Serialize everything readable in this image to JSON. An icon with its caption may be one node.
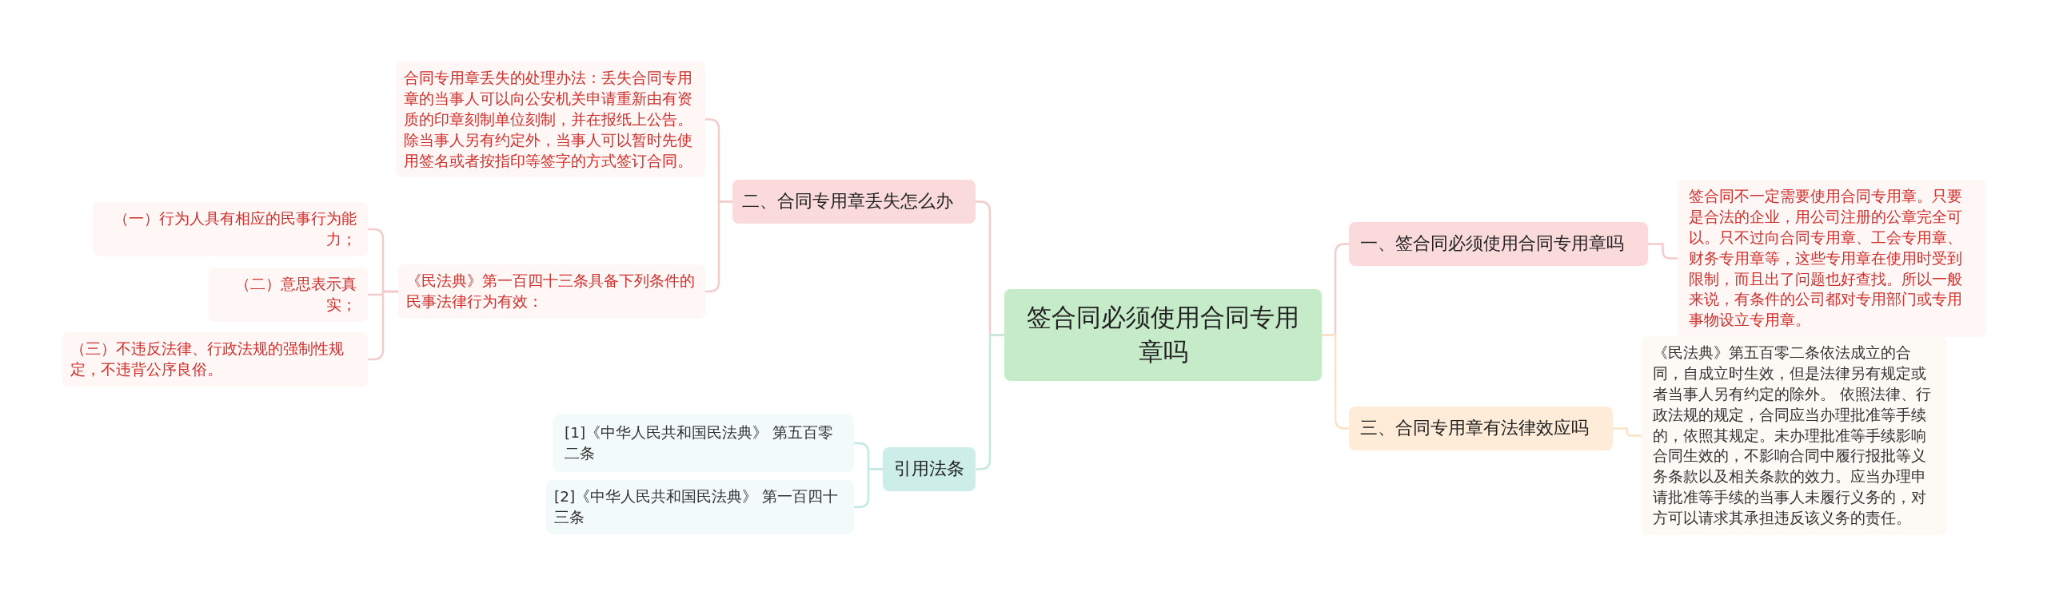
{
  "diagram": {
    "nodes": [
      {
        "text": [
          "签合同必须使用合同专用章吗"
        ]
      },
      {
        "text": [
          "一、签合同必须使用合同专用章吗"
        ]
      },
      {
        "text": [
          "签合同不一定需要使用合同专用章。只要是合法的企业，用公司注册的公章完全可以。只不过向合同专用章、工会专用章、财务专用章等，这些专用章在使用时受到限制，而且出了问题也好查找。所以一般来说，有条件的公司都对专用部门或专用事物设立专用章。"
        ]
      },
      {
        "text": [
          "三、合同专用章有法律效应吗"
        ]
      },
      {
        "text": [
          "《民法典》第五百零二条依法成立的合同，自成立时生效，但是法律另有规定或者当事人另有约定的除外。 依照法律、行政法规的规定，合同应当办理批准等手续的，依照其规定。未办理批准等手续影响合同生效的，不影响合同中履行报批等义务条款以及相关条款的效力。应当办理申请批准等手续的当事人未履行义务的，对方可以请求其承担违反该义务的责任。"
        ]
      },
      {
        "text": [
          "二、合同专用章丢失怎么办"
        ]
      },
      {
        "text": [
          "合同专用章丢失的处理办法：丢失合同专用章的当事人可以向公安机关申请重新由有资质的印章刻制单位刻制，并在报纸上公告。除当事人另有约定外，当事人可以暂时先使用签名或者按指印等签字的方式签订合同。"
        ]
      },
      {
        "text": [
          "《民法典》第一百四十三条具备下列条件的民事法律行为有效："
        ]
      },
      {
        "text": [
          "（一）行为人具有相应的民事行为能力；"
        ]
      },
      {
        "text": [
          "（二）意思表示真实；"
        ]
      },
      {
        "text": [
          "（三）不违反法律、行政法规的强制性规定，不违背公序良俗。"
        ]
      },
      {
        "text": [
          "引用法条"
        ]
      },
      {
        "text": [
          "[1]《中华人民共和国民法典》 第五百零二条"
        ]
      },
      {
        "text": [
          "[2]《中华人民共和国民法典》 第一百四十三条"
        ]
      }
    ],
    "edges": [
      {
        "from": 0,
        "to": 1,
        "arrow": "none"
      },
      {
        "from": 1,
        "to": 2,
        "arrow": "none"
      },
      {
        "from": 0,
        "to": 3,
        "arrow": "none",
        "color": "#fbe3c8"
      },
      {
        "from": 3,
        "to": 4,
        "arrow": "none",
        "color": "#fbe3c8"
      },
      {
        "from": 0,
        "to": 5,
        "arrow": "none"
      },
      {
        "from": 5,
        "to": 6,
        "arrow": "none"
      },
      {
        "from": 5,
        "to": 7,
        "arrow": "none"
      },
      {
        "from": 7,
        "to": 8,
        "arrow": "none"
      },
      {
        "from": 7,
        "to": 9,
        "arrow": "none"
      },
      {
        "from": 7,
        "to": 10,
        "arrow": "none"
      },
      {
        "from": 0,
        "to": 11,
        "arrow": "none",
        "color": "#c4e9e1"
      },
      {
        "from": 11,
        "to": 12,
        "arrow": "none",
        "color": "#c4e9e1"
      },
      {
        "from": 11,
        "to": 13,
        "arrow": "none",
        "color": "#c4e9e1"
      }
    ]
  }
}
